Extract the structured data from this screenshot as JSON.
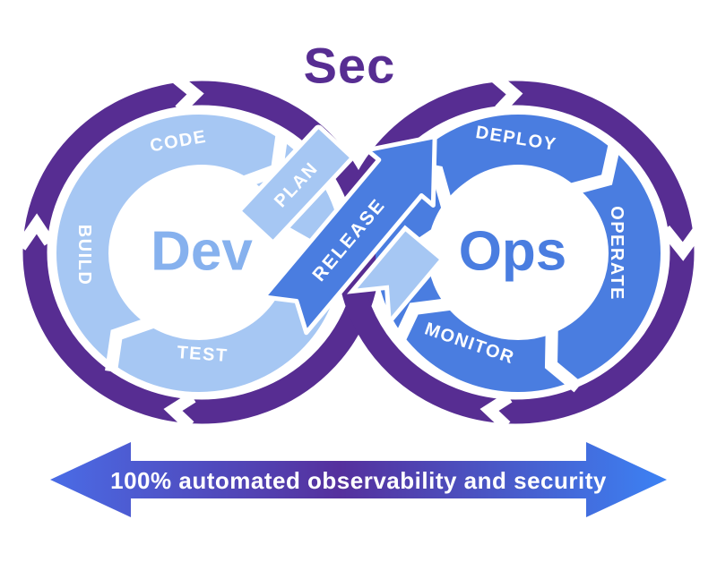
{
  "title": "Sec",
  "loops": {
    "dev": {
      "label": "Dev",
      "code": "CODE",
      "plan": "PLAN",
      "build": "BUILD",
      "test": "TEST"
    },
    "ops": {
      "label": "Ops",
      "deploy": "DEPLOY",
      "operate": "OPERATE",
      "monitor": "MONITOR"
    },
    "release": "RELEASE"
  },
  "banner": {
    "text": "100% automated observability and security"
  },
  "colors": {
    "purple": "#572d92",
    "light_blue": "#a6c7f3",
    "blue": "#4a7de0",
    "dev_text": "#86b1ee",
    "white": "#ffffff",
    "banner_left": "#4a6ce6",
    "banner_mid": "#55309d",
    "banner_right": "#3c82f4"
  }
}
